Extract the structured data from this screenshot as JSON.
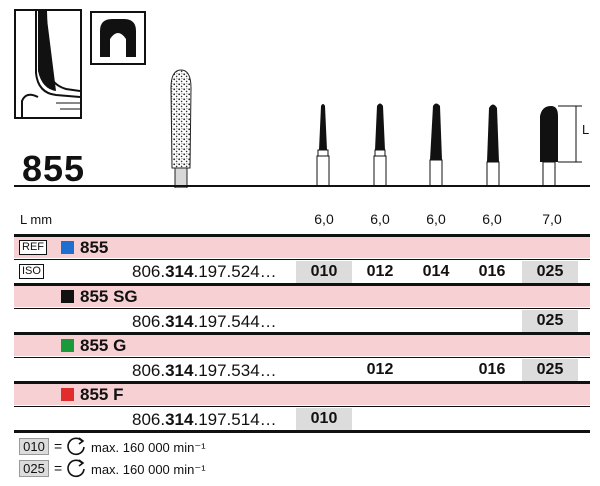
{
  "product": {
    "code": "855"
  },
  "header": {
    "unit_label": "L mm",
    "lengths": [
      "6,0",
      "6,0",
      "6,0",
      "6,0",
      "7,0"
    ],
    "dimension_label": "L"
  },
  "tags": {
    "ref": "REF",
    "iso": "ISO"
  },
  "variants": [
    {
      "name": "855",
      "color": "#1e6fd0",
      "art_prefix": "806.",
      "art_bold": "314",
      "art_suffix": ".197.524…",
      "sizes": [
        "010",
        "012",
        "014",
        "016",
        "025"
      ]
    },
    {
      "name": "855 SG",
      "color": "#111111",
      "art_prefix": "806.",
      "art_bold": "314",
      "art_suffix": ".197.544…",
      "sizes": [
        "",
        "",
        "",
        "",
        "025"
      ]
    },
    {
      "name": "855 G",
      "color": "#1a9a3a",
      "art_prefix": "806.",
      "art_bold": "314",
      "art_suffix": ".197.534…",
      "sizes": [
        "",
        "012",
        "",
        "016",
        "025"
      ]
    },
    {
      "name": "855 F",
      "color": "#e02c2c",
      "art_prefix": "806.",
      "art_bold": "314",
      "art_suffix": ".197.514…",
      "sizes": [
        "010",
        "",
        "",
        "",
        ""
      ]
    }
  ],
  "legend": [
    {
      "code": "010",
      "eq": "=",
      "text": "max. 160 000 min⁻¹"
    },
    {
      "code": "025",
      "eq": "=",
      "text": "max. 160 000 min⁻¹"
    }
  ],
  "icons": [
    "shank-profile-icon",
    "bur-head-profile-icon",
    "rotation-icon",
    "diamond-bur-icon",
    "bur-size-silhouette-icon"
  ]
}
